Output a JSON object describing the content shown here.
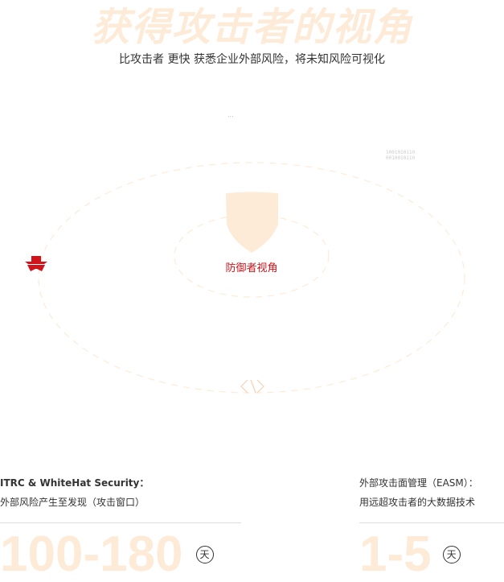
{
  "hero": {
    "title": "获得攻击者的视角",
    "subtitle": "比攻击者 更快 获悉企业外部风险，将未知风险可视化"
  },
  "diagram": {
    "ellipsis": "...",
    "binary": [
      "1001010110",
      "0010010110"
    ],
    "defender_label": "防御者视角",
    "code_icon": "</>"
  },
  "stats": [
    {
      "title": "ITRC & WhiteHat Security：",
      "desc": "外部风险产生至发现（攻击窗口）",
      "value": "100-180",
      "unit": "天"
    },
    {
      "title": "外部攻击面管理（EASM）：",
      "desc": "用远超攻击者的大数据技术",
      "value": "1-5",
      "unit": "天"
    }
  ],
  "colors": {
    "accent": "#d0141b",
    "light": "#fdebd8"
  }
}
